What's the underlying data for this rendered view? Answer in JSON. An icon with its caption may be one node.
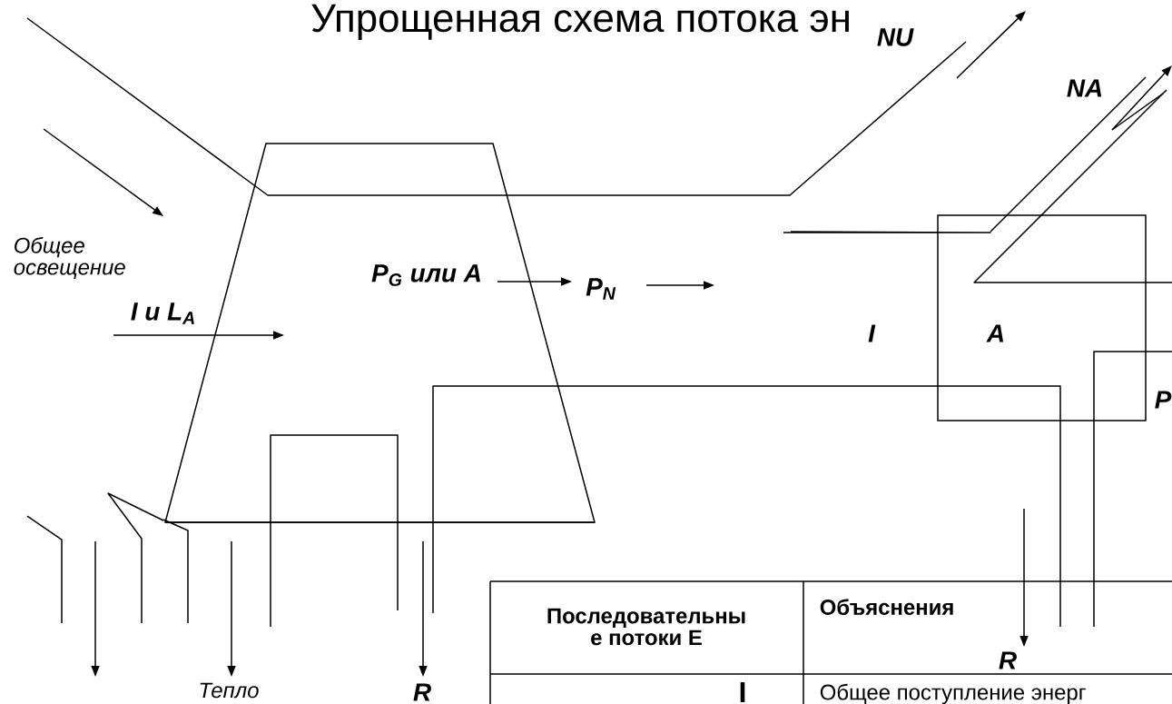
{
  "diagram": {
    "title": "Упрощенная схема потока эн",
    "nodes": [
      {
        "text": [
          "P$_{G}$ или A"
        ]
      },
      {
        "text": [
          "A"
        ]
      }
    ],
    "labels": [
      "NU",
      "NA",
      "Общее освещение",
      "P$_{N}$",
      "I и L$_{A}$",
      "I",
      "P",
      "Тепло",
      "R",
      "R",
      "Последовательны е потоки E",
      "Объяснения",
      "I",
      "Общее поступление энерг"
    ]
  }
}
